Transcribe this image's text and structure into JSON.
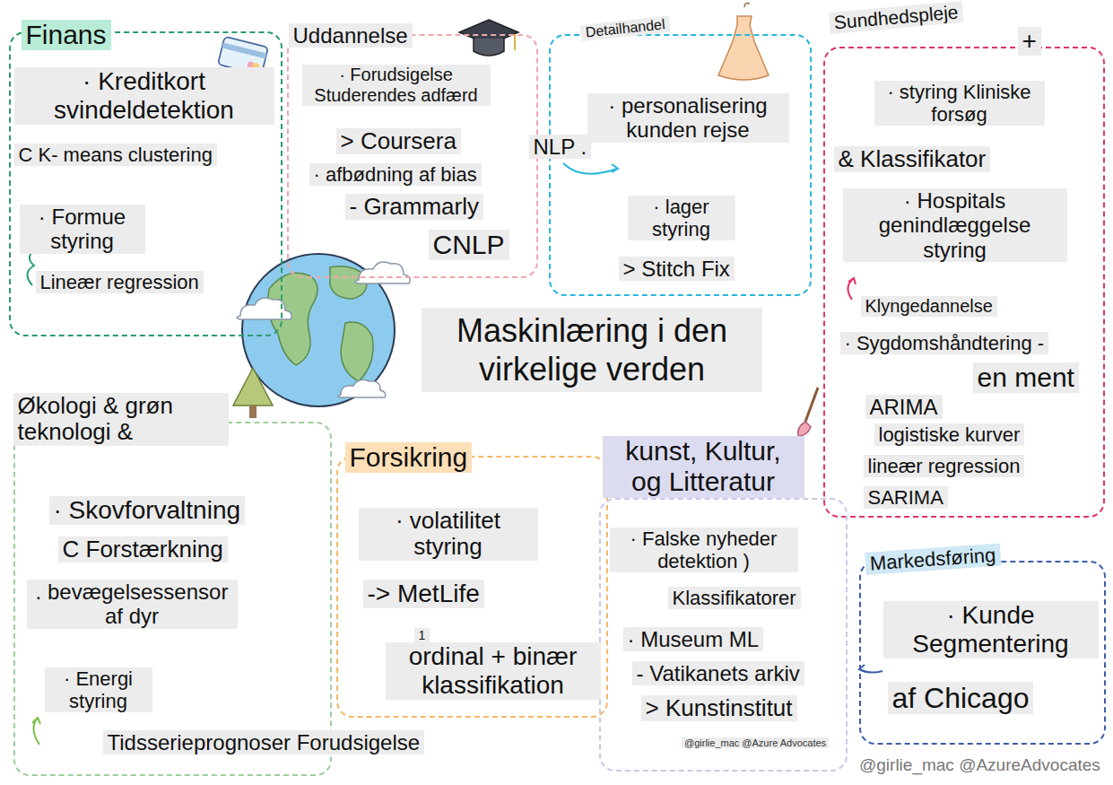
{
  "diagram": {
    "title": "Maskinlæring i den virkelige verden",
    "nodes": [
      {
        "text": [
          "Finans",
          "· Kreditkort svindeldetektion",
          "C K- means clustering",
          "· Formue styring",
          "Lineær regression"
        ]
      },
      {
        "text": [
          "Uddannelse",
          "· Forudsigelse Studerendes adfærd",
          "> Coursera",
          "· afbødning af bias",
          "- Grammarly",
          "CNLP"
        ]
      },
      {
        "text": [
          "Detailhandel",
          "NLP .",
          "· personalisering kunden rejse",
          "· lager styring",
          "> Stitch Fix"
        ]
      },
      {
        "text": [
          "Sundhedspleje",
          "+",
          "· styring Kliniske forsøg",
          "& Klassifikator",
          "· Hospitals genindlæggelse styring",
          "Klyngedannelse",
          "· Sygdomshåndtering -",
          "en ment",
          "ARIMA",
          "logistiske kurver",
          "lineær regression",
          "SARIMA"
        ]
      },
      {
        "text": [
          "Økologi & grøn teknologi &",
          "· Skovforvaltning",
          "C Forstærkning",
          ". bevægelsessensor af dyr",
          "· Energi styring",
          "Tidsserieprognoser Forudsigelse"
        ]
      },
      {
        "text": [
          "Forsikring",
          "· volatilitet styring",
          "-> MetLife",
          "1",
          "ordinal + binær klassifikation"
        ]
      },
      {
        "text": [
          "kunst, Kultur, og Litteratur",
          "· Falske nyheder detektion )",
          "Klassifikatorer",
          "· Museum ML",
          "- Vatikanets arkiv",
          "> Kunstinstitut"
        ]
      },
      {
        "text": [
          "Markedsføring",
          "· Kunde Segmentering",
          "af Chicago"
        ]
      }
    ],
    "labels": [
      "@girlie_mac @Azure Advocates",
      "@girlie_mac @AzureAdvocates"
    ]
  }
}
